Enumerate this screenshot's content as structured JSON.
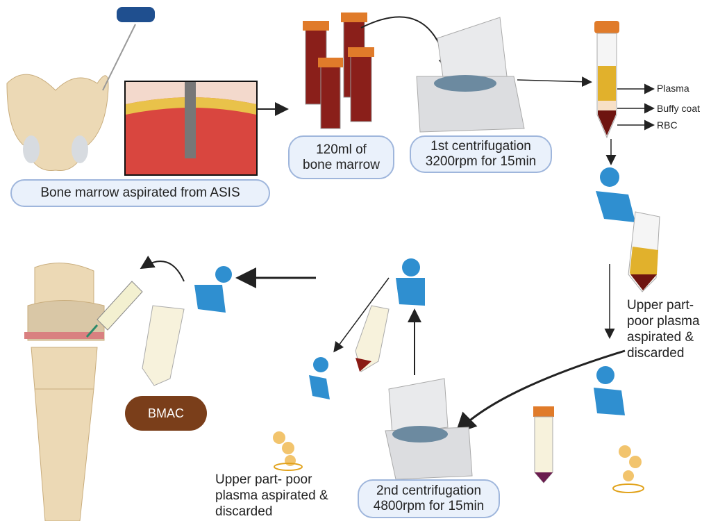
{
  "steps": {
    "aspiration": "Bone marrow aspirated from ASIS",
    "volume_line1": "120ml of",
    "volume_line2": "bone marrow",
    "first_cent_line1": "1st centrifugation",
    "first_cent_line2": "3200rpm for 15min",
    "second_cent_line1": "2nd centrifugation",
    "second_cent_line2": "4800rpm for 15min",
    "bmac": "BMAC"
  },
  "layers": {
    "plasma": "Plasma",
    "buffy": "Buffy coat",
    "rbc": "RBC"
  },
  "discard_right": [
    "Upper part-",
    "poor plasma",
    "aspirated &",
    "discarded"
  ],
  "discard_left": [
    "Upper part- poor",
    "plasma aspirated &",
    "discarded"
  ],
  "colors": {
    "person": "#2f8fd0",
    "blood": "#7a1a14",
    "plasma": "#e1b12c",
    "cap": "#e07b2a",
    "pill_border": "#9fb6dc",
    "pill_fill": "#eaf1fb",
    "bmac": "#7a3e1a"
  }
}
